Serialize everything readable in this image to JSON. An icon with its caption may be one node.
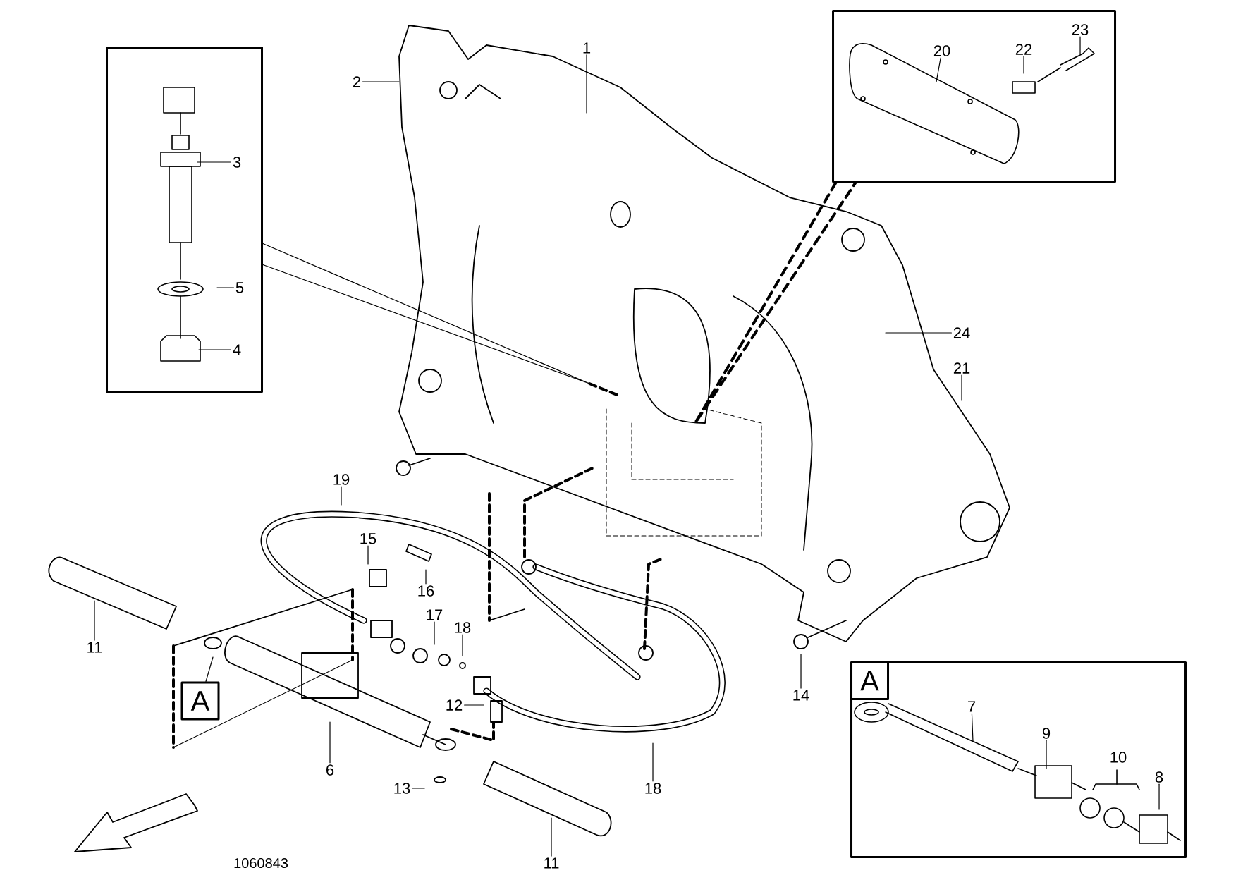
{
  "diagram": {
    "nodes": [
      {
        "text": [
          "2"
        ]
      },
      {
        "text": [
          "1"
        ]
      },
      {
        "text": [],
        "shape": "box"
      },
      {
        "text": [
          "3"
        ],
        "in": 2
      },
      {
        "text": [
          "5"
        ],
        "in": 2
      },
      {
        "text": [
          "4"
        ],
        "in": 2
      },
      {
        "text": [],
        "shape": "box"
      },
      {
        "text": [
          "20"
        ],
        "in": 6
      },
      {
        "text": [
          "22"
        ],
        "in": 6
      },
      {
        "text": [
          "23"
        ],
        "in": 6
      },
      {
        "text": [
          "24"
        ]
      },
      {
        "text": [
          "21"
        ]
      },
      {
        "text": [
          "19"
        ]
      },
      {
        "text": [
          "15"
        ]
      },
      {
        "text": [
          "16"
        ]
      },
      {
        "text": [
          "17"
        ]
      },
      {
        "text": [
          "18"
        ]
      },
      {
        "text": [
          "11"
        ]
      },
      {
        "text": [
          "A"
        ]
      },
      {
        "text": [
          "12"
        ]
      },
      {
        "text": [
          "6"
        ]
      },
      {
        "text": [
          "13"
        ]
      },
      {
        "text": [
          "14"
        ]
      },
      {
        "text": [
          "18"
        ]
      },
      {
        "text": [
          "A"
        ]
      },
      {
        "text": [
          "7"
        ],
        "in": 24
      },
      {
        "text": [
          "9"
        ],
        "in": 24
      },
      {
        "text": [
          "10"
        ],
        "in": 24
      },
      {
        "text": [
          "8"
        ],
        "in": 24
      },
      {
        "text": [
          "11"
        ]
      }
    ],
    "edges": [
      {
        "from": 0,
        "to": null,
        "arrow": "none"
      },
      {
        "from": 1,
        "to": null,
        "arrow": "none"
      },
      {
        "from": 2,
        "to": null,
        "arrow": "none"
      },
      {
        "from": 3,
        "to": null,
        "arrow": "none"
      },
      {
        "from": 4,
        "to": null,
        "arrow": "none"
      },
      {
        "from": 5,
        "to": null,
        "arrow": "none"
      },
      {
        "from": 6,
        "to": null,
        "arrow": "none",
        "style": "dashed"
      },
      {
        "from": 7,
        "to": null,
        "arrow": "none"
      },
      {
        "from": 8,
        "to": null,
        "arrow": "none"
      },
      {
        "from": 9,
        "to": null,
        "arrow": "none"
      },
      {
        "from": 10,
        "to": null,
        "arrow": "none"
      },
      {
        "from": 11,
        "to": null,
        "arrow": "none"
      },
      {
        "from": 12,
        "to": null,
        "arrow": "none"
      },
      {
        "from": 13,
        "to": null,
        "arrow": "none"
      },
      {
        "from": 14,
        "to": null,
        "arrow": "none"
      },
      {
        "from": 15,
        "to": null,
        "arrow": "none"
      },
      {
        "from": 16,
        "to": null,
        "arrow": "none"
      },
      {
        "from": 17,
        "to": null,
        "arrow": "none"
      },
      {
        "from": 18,
        "to": null,
        "arrow": "none"
      },
      {
        "from": 19,
        "to": null,
        "arrow": "none"
      },
      {
        "from": 20,
        "to": null,
        "arrow": "none"
      },
      {
        "from": 21,
        "to": null,
        "arrow": "none"
      },
      {
        "from": 22,
        "to": null,
        "arrow": "none"
      },
      {
        "from": 23,
        "to": null,
        "arrow": "none"
      },
      {
        "from": 25,
        "to": null,
        "arrow": "none"
      },
      {
        "from": 26,
        "to": null,
        "arrow": "none"
      },
      {
        "from": 28,
        "to": null,
        "arrow": "none"
      },
      {
        "from": 29,
        "to": null,
        "arrow": "none"
      }
    ],
    "labels": [
      "1060843"
    ]
  }
}
